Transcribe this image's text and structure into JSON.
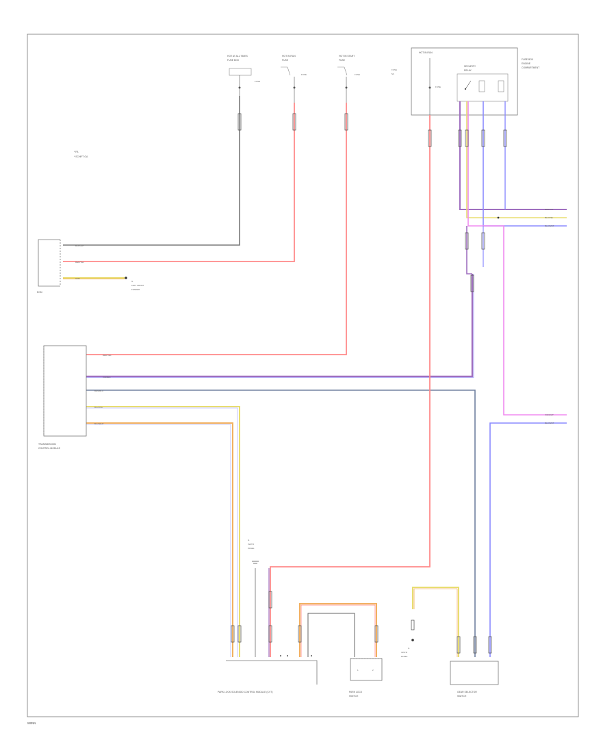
{
  "colors": {
    "wire_gray": "#7a7a7a",
    "wire_red": "#ff8a8a",
    "wire_violet": "#a070c0",
    "wire_blue": "#8a8aff",
    "wire_yellow": "#e8dd70",
    "wire_orange": "#f2b060",
    "wire_magenta": "#f08af0",
    "border": "#777777"
  },
  "legend": {
    "line1": "* FA",
    "line2": "* SCHIFT GA"
  },
  "components": {
    "top_fuse_1": [
      "HOT AT ALL TIMES",
      "FUSE BOX"
    ],
    "top_fuse_2": [
      "HOT IN RUN",
      "FUSE"
    ],
    "top_fuse_3": [
      "HOT IN START",
      "FUSE"
    ],
    "top_fuse_4": [
      "HOT IN RUN"
    ],
    "top_relay": [
      "SECURITY",
      "RELAY"
    ],
    "top_right_note": [
      "FUSE BOX",
      "ENGINE",
      "COMPARTMENT"
    ],
    "left_ecm": "ECM",
    "left_ground_note": [
      "G",
      "LEFT FRONT",
      "FENDER"
    ],
    "transmission_module": [
      "TRANSMISSION",
      "CONTROL MODULE"
    ],
    "bottom_ground": [
      "G",
      "INSTR",
      "PANEL"
    ],
    "bottom_module_1": "PARK LOCK SOLENOID CONTROL MODULE (CVT)",
    "bottom_module_2": [
      "PARK LOCK",
      "SWITCH"
    ],
    "bottom_ground_2": [
      "G",
      "INSTR",
      "PANEL"
    ],
    "bottom_module_3": [
      "GEAR SELECTOR",
      "SWITCH"
    ]
  },
  "right_connectors": {
    "upper": [
      "BRN/VIO",
      "BLU/YEL",
      "BLU/WHT"
    ],
    "lower": [
      "VIO/WHT",
      "BLU/WHT"
    ]
  },
  "ecm_wires": [
    "BLK/GRY",
    "RED/YEL",
    "GRN"
  ],
  "tcm_wires": [
    "RED/YEL",
    "VIO/BLK",
    "BRN/BLU",
    "BLU/YEL",
    "BLU/WHT"
  ],
  "footer_code": "W0NN"
}
